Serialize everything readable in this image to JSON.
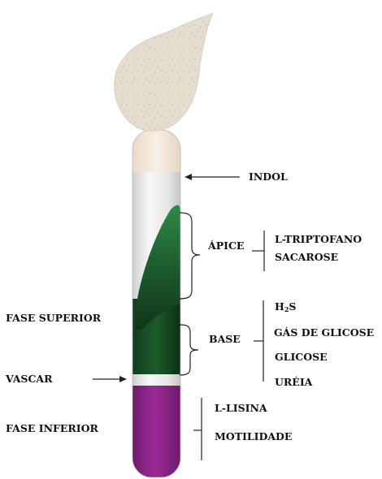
{
  "labels": {
    "indol": "INDOL",
    "apice": "ÁPICE",
    "triptofano": "L-TRIPTOFANO",
    "sacarose": "SACAROSE",
    "fase_superior": "FASE SUPERIOR",
    "base": "BASE",
    "h2s_h": "H",
    "h2s_sub": "2",
    "h2s_s": "S",
    "gas_glicose": "GÁS DE GLICOSE",
    "glicose": "GLICOSE",
    "vascar": "VASCAR",
    "ureia": "URÉIA",
    "lisina": "L-LISINA",
    "fase_inferior": "FASE INFERIOR",
    "motilidade": "MOTILIDADE"
  },
  "colors": {
    "swab": "#e4ddd0",
    "neck": "#f3e6d7",
    "tube": "#e2e2e2",
    "green_light": "#2f8a4a",
    "green_dark": "#0f3518",
    "purple": "#8a2387",
    "lines": "#222222"
  }
}
